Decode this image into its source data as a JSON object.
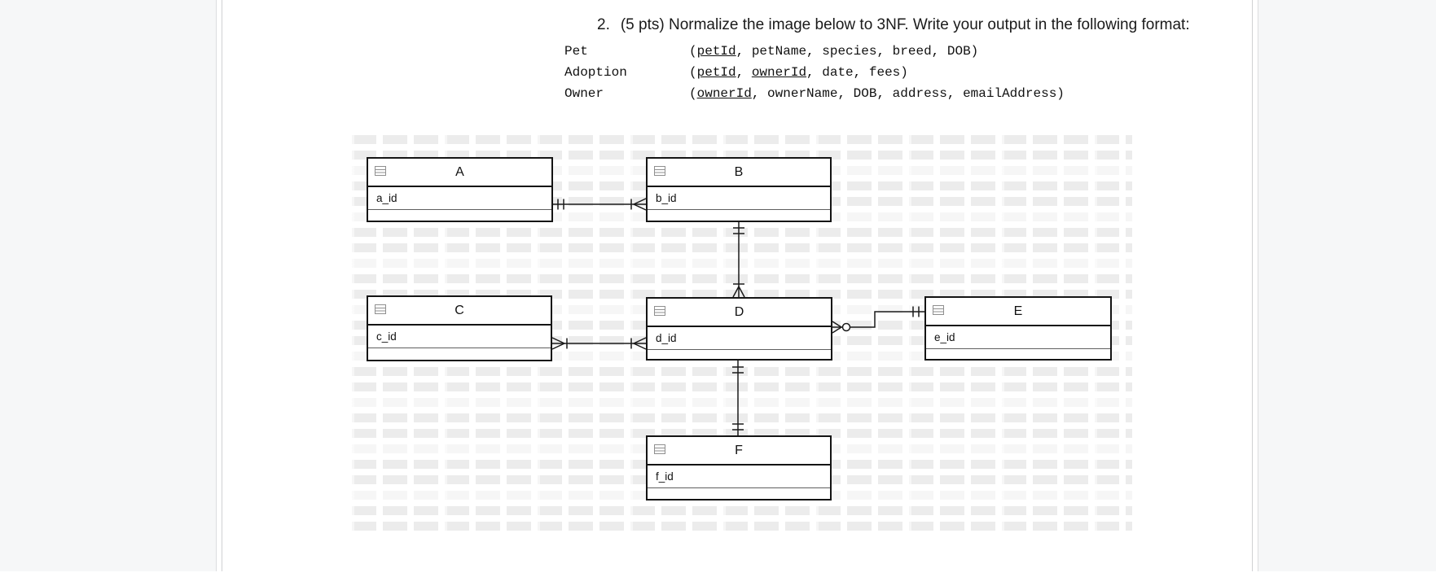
{
  "question": {
    "number": "2.",
    "text": "(5 pts) Normalize the image below to 3NF. Write your output in the following format:"
  },
  "schema": [
    {
      "name": "Pet",
      "segments": [
        {
          "t": "("
        },
        {
          "t": "petId",
          "u": true
        },
        {
          "t": ", petName, species, breed, DOB)"
        }
      ]
    },
    {
      "name": "Adoption",
      "segments": [
        {
          "t": "("
        },
        {
          "t": "petId",
          "u": true
        },
        {
          "t": ", "
        },
        {
          "t": "ownerId",
          "u": true
        },
        {
          "t": ", date, fees)"
        }
      ]
    },
    {
      "name": "Owner",
      "segments": [
        {
          "t": "("
        },
        {
          "t": "ownerId",
          "u": true
        },
        {
          "t": ", ownerName, DOB, address, emailAddress)"
        }
      ]
    }
  ],
  "diagram": {
    "entities": [
      {
        "name": "A",
        "attribute": "a_id"
      },
      {
        "name": "B",
        "attribute": "b_id"
      },
      {
        "name": "C",
        "attribute": "c_id"
      },
      {
        "name": "D",
        "attribute": "d_id"
      },
      {
        "name": "E",
        "attribute": "e_id"
      },
      {
        "name": "F",
        "attribute": "f_id"
      }
    ],
    "relationships": [
      {
        "from": "A",
        "to": "B",
        "from_cardinality": "one-and-only-one",
        "to_cardinality": "one-or-many"
      },
      {
        "from": "B",
        "to": "D",
        "from_cardinality": "one-and-only-one",
        "to_cardinality": "one-or-many"
      },
      {
        "from": "C",
        "to": "D",
        "from_cardinality": "one-or-many",
        "to_cardinality": "one-or-many"
      },
      {
        "from": "D",
        "to": "E",
        "from_cardinality": "zero-or-many",
        "to_cardinality": "one-and-only-one"
      },
      {
        "from": "D",
        "to": "F",
        "from_cardinality": "one-and-only-one",
        "to_cardinality": "one-and-only-one"
      }
    ],
    "colors": {
      "stroke": "#1a1a1a",
      "pattern": "#ececec",
      "page": "#ffffff",
      "gutter": "#f6f7f8"
    }
  }
}
